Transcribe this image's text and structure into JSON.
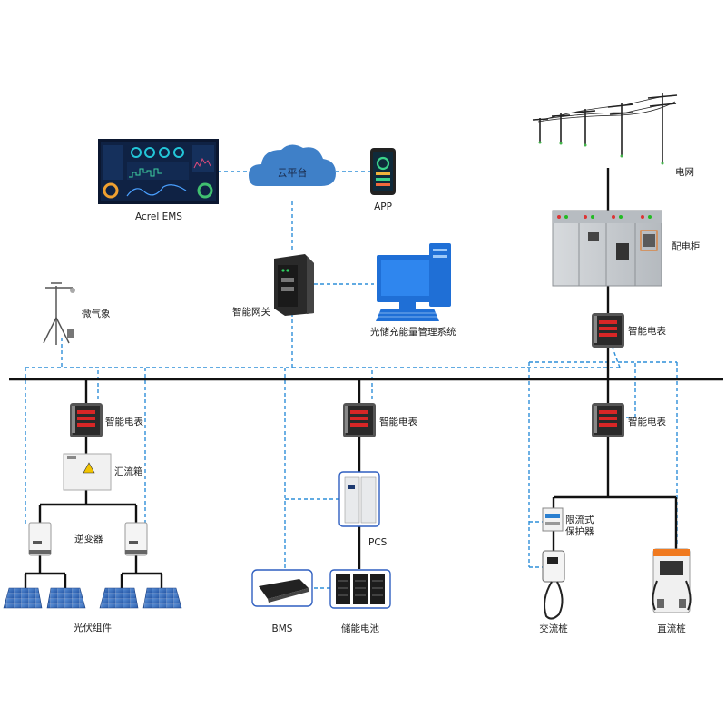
{
  "labels": {
    "ems": "Acrel EMS",
    "cloud": "云平台",
    "app": "APP",
    "grid": "电网",
    "cabinet": "配电柜",
    "gateway": "智能网关",
    "mgmt": "光储充能量管理系统",
    "weather": "微气象",
    "meter": "智能电表",
    "combiner": "汇流箱",
    "inverter": "逆变器",
    "pv": "光伏组件",
    "pcs": "PCS",
    "bms": "BMS",
    "battery": "储能电池",
    "protector": "限流式保护器",
    "ac_pile": "交流桩",
    "dc_pile": "直流桩"
  },
  "colors": {
    "power_line": "#111111",
    "comm_line": "#2f8fd8",
    "cloud": "#3f80c8",
    "monitor": "#1f6fd6",
    "cabinet": "#c9cdd1",
    "meter_display": "#d82626"
  }
}
